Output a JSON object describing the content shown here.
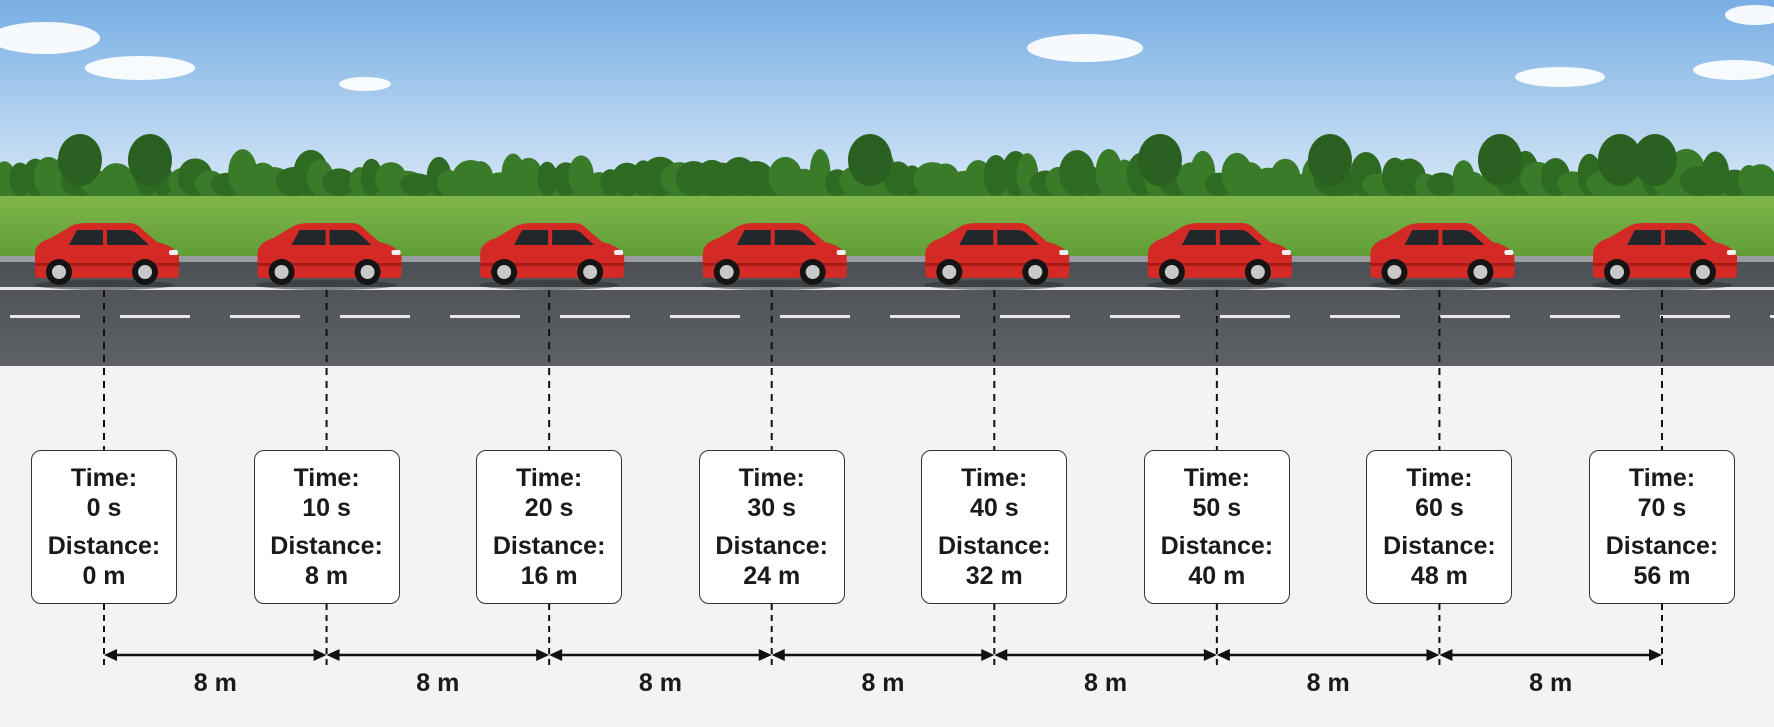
{
  "labels": {
    "time": "Time:",
    "distance": "Distance:"
  },
  "units": {
    "time": "s",
    "distance": "m"
  },
  "colors": {
    "car": "#d42a25",
    "sky_top": "#7fb3e6",
    "grass": "#6aa83e",
    "road": "#565a5e",
    "trees": "#2f6a22"
  },
  "chart_data": {
    "type": "table",
    "points": [
      {
        "time": "0 s",
        "distance": "0 m"
      },
      {
        "time": "10 s",
        "distance": "8 m"
      },
      {
        "time": "20 s",
        "distance": "16 m"
      },
      {
        "time": "30 s",
        "distance": "24 m"
      },
      {
        "time": "40 s",
        "distance": "32 m"
      },
      {
        "time": "50 s",
        "distance": "40 m"
      },
      {
        "time": "60 s",
        "distance": "48 m"
      },
      {
        "time": "70 s",
        "distance": "56 m"
      }
    ],
    "intervals": [
      "8 m",
      "8 m",
      "8 m",
      "8 m",
      "8 m",
      "8 m",
      "8 m"
    ]
  }
}
